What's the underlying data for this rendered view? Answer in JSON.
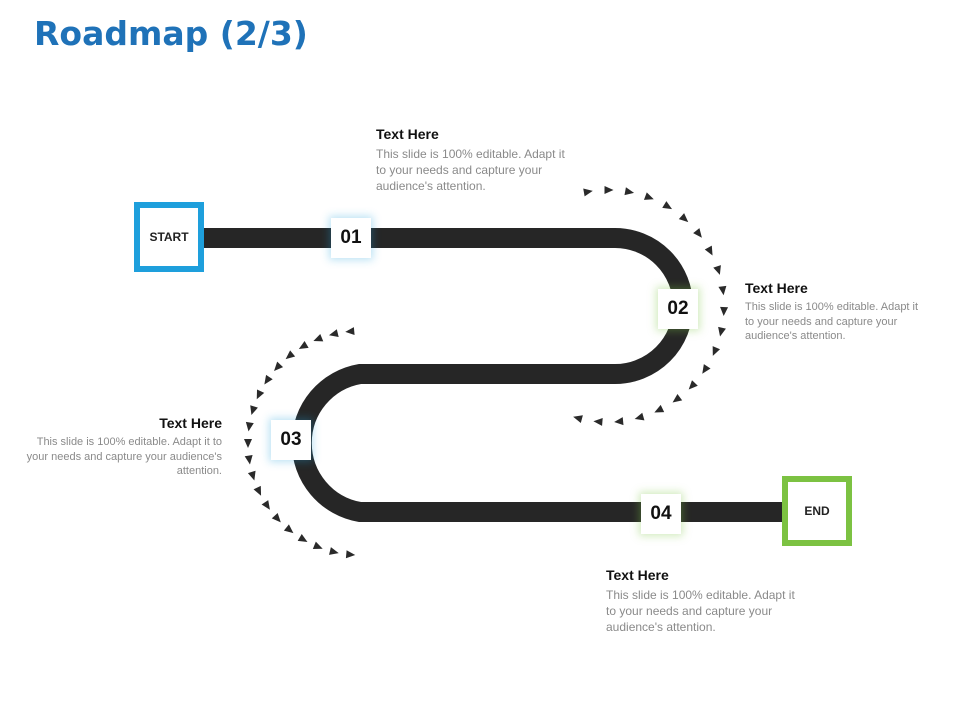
{
  "title": "Roadmap (2/3)",
  "start_label": "START",
  "end_label": "END",
  "colors": {
    "title": "#1f72b8",
    "start": "#1e9fdc",
    "end": "#7cc242",
    "road": "#262626"
  },
  "milestones": [
    {
      "number": "01",
      "heading": "Text Here",
      "body": "This slide is 100% editable. Adapt it to your needs and capture your audience's attention."
    },
    {
      "number": "02",
      "heading": "Text Here",
      "body": "This slide is 100% editable. Adapt it to your needs and capture your audience's attention."
    },
    {
      "number": "03",
      "heading": "Text Here",
      "body": "This slide is 100% editable. Adapt it to your needs and capture your audience's attention."
    },
    {
      "number": "04",
      "heading": "Text Here",
      "body": "This slide is 100% editable. Adapt it to your needs and capture your audience's attention."
    }
  ]
}
